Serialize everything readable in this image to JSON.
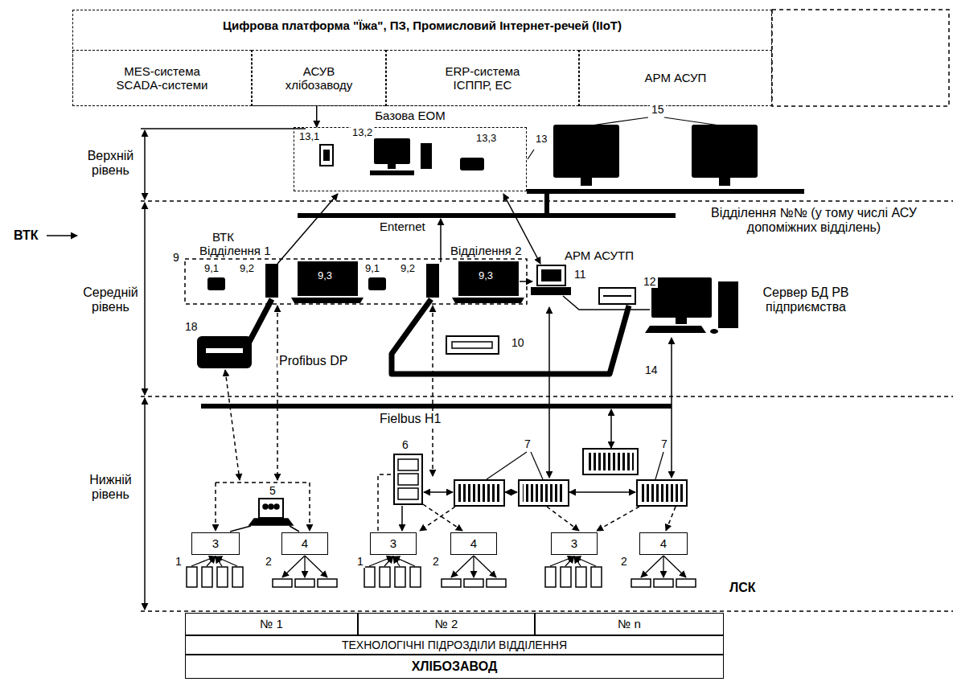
{
  "diagram": {
    "nodes": [
      {
        "text": [
          "Цифрова платформа \"Їжа\", ПЗ, Промисловий Інтернет-речей (ІІоТ)"
        ]
      },
      {
        "text": [
          "MES-система SCADA-системи"
        ],
        "in": 0
      },
      {
        "text": [
          "АСУВ хлібозаводу"
        ],
        "in": 0
      },
      {
        "text": [
          "ERP-система ІСППР, ЕС"
        ],
        "in": 0
      },
      {
        "text": [
          "АРМ АСУП"
        ],
        "in": 0
      },
      {
        "text": [
          "Базова ЕОМ"
        ]
      },
      {
        "text": [
          "3"
        ]
      },
      {
        "text": [
          "4"
        ]
      },
      {
        "text": [
          "3"
        ]
      },
      {
        "text": [
          "4"
        ]
      },
      {
        "text": [
          "3"
        ]
      },
      {
        "text": [
          "4"
        ]
      },
      {
        "text": [
          "№ 1"
        ]
      },
      {
        "text": [
          "№ 2"
        ]
      },
      {
        "text": [
          "№ n"
        ]
      },
      {
        "text": [
          "ТЕХНОЛОГІЧНІ ПІДРОЗДІЛИ ВІДДІЛЕННЯ"
        ]
      },
      {
        "text": [
          "ХЛІБОЗАВОД"
        ]
      }
    ],
    "edges": [
      {
        "from": 2,
        "to": 5,
        "arrow": "to"
      }
    ],
    "labels": [
      "Верхній рівень",
      "ВТК",
      "Середній рівень",
      "Нижній рівень",
      "13,1",
      "13,2",
      "13,3",
      "13",
      "15",
      "Enternet",
      "ВТК",
      "Відділення 1",
      "Відділення 2",
      "Відділення №№ (у тому числі АСУ допоміжних відділень)",
      "АРМ АСУТП",
      "9",
      "9,1",
      "9,2",
      "9,3",
      "9,1",
      "9,2",
      "9,3",
      "11",
      "12",
      "Сервер БД РВ підприємства",
      "14",
      "18",
      "10",
      "Profibus DP",
      "Fielbus H1",
      "5",
      "6",
      "7",
      "7",
      "1",
      "2",
      "1",
      "2",
      "2",
      "ЛСК"
    ]
  }
}
